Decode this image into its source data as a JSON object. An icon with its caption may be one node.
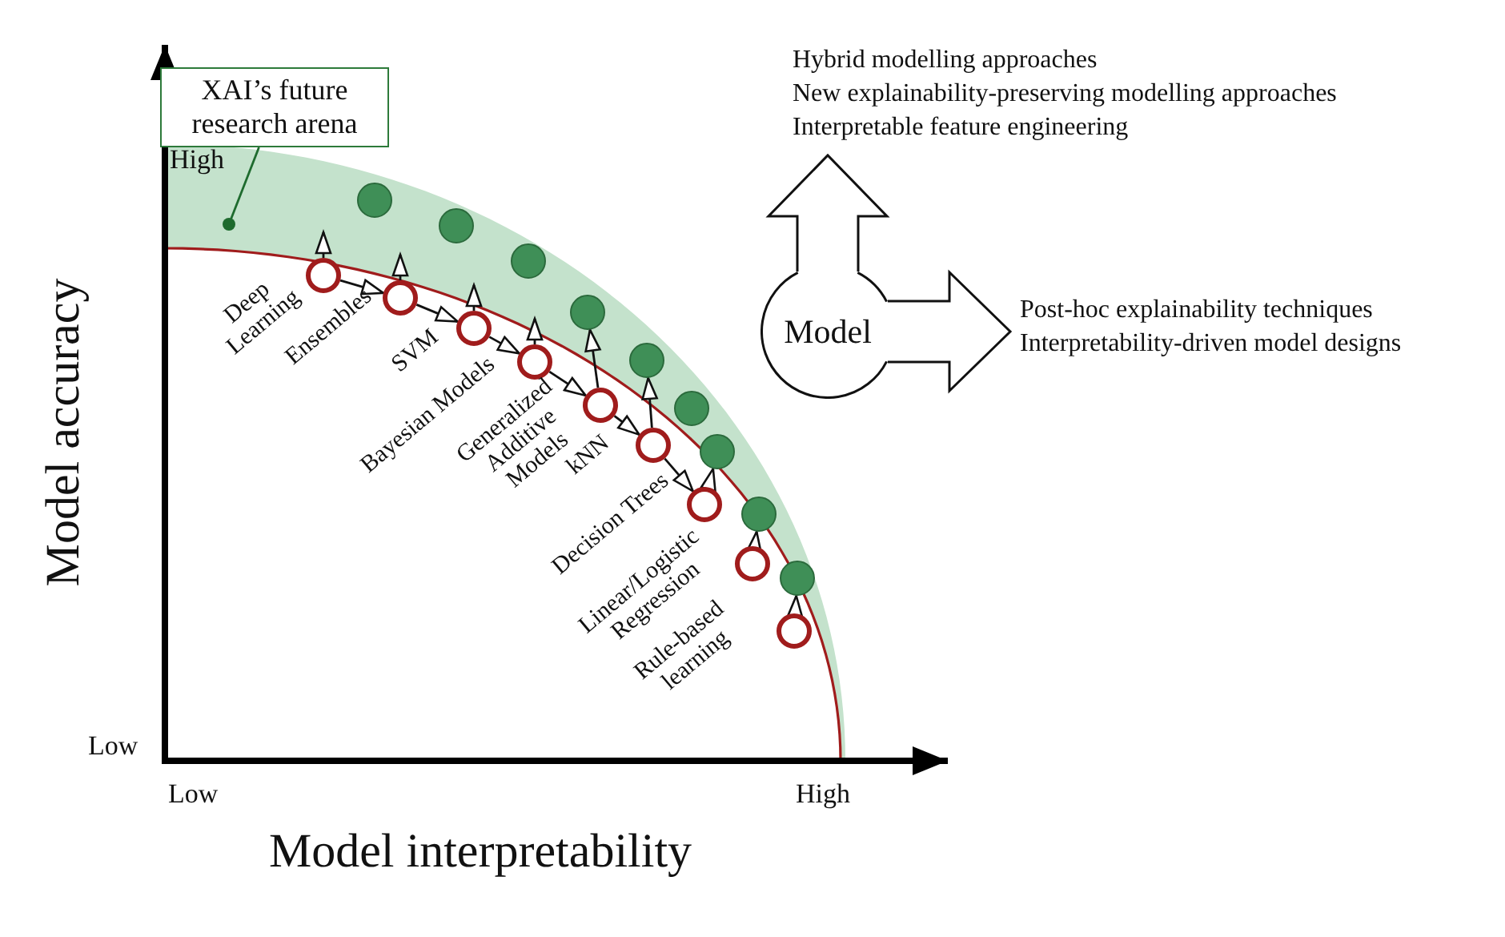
{
  "diagram": {
    "nodes": [
      {
        "text": [
          "XAI’s future research arena"
        ]
      },
      {
        "text": [],
        "shape": "circle"
      },
      {
        "text": [],
        "shape": "circle"
      },
      {
        "text": [],
        "shape": "circle"
      },
      {
        "text": [],
        "shape": "circle"
      },
      {
        "text": [],
        "shape": "circle"
      },
      {
        "text": [],
        "shape": "circle"
      },
      {
        "text": [],
        "shape": "circle"
      },
      {
        "text": [],
        "shape": "circle"
      },
      {
        "text": [],
        "shape": "circle"
      },
      {
        "text": [],
        "shape": "circle"
      },
      {
        "text": [],
        "shape": "circle"
      },
      {
        "text": [],
        "shape": "circle"
      },
      {
        "text": [],
        "shape": "circle"
      },
      {
        "text": [],
        "shape": "circle"
      },
      {
        "text": [],
        "shape": "circle"
      },
      {
        "text": [],
        "shape": "circle"
      },
      {
        "text": [],
        "shape": "circle"
      },
      {
        "text": [],
        "shape": "circle"
      },
      {
        "text": [
          "Model"
        ]
      },
      {
        "text": [
          "Hybrid modelling approaches",
          "New explainability-preserving modelling approaches",
          "Interpretable feature engineering"
        ]
      },
      {
        "text": [
          "Post-hoc explainability techniques",
          "Interpretability-driven model designs"
        ]
      }
    ],
    "edges": [
      {
        "from": 0,
        "to": null,
        "arrow": "other"
      },
      {
        "from": 1,
        "to": null,
        "arrow": "to"
      },
      {
        "from": 1,
        "to": 2,
        "arrow": "to"
      },
      {
        "from": 2,
        "to": null,
        "arrow": "to"
      },
      {
        "from": 2,
        "to": 3,
        "arrow": "to"
      },
      {
        "from": 3,
        "to": null,
        "arrow": "to"
      },
      {
        "from": 3,
        "to": 4,
        "arrow": "to"
      },
      {
        "from": 4,
        "to": null,
        "arrow": "to"
      },
      {
        "from": 4,
        "to": 5,
        "arrow": "to"
      },
      {
        "from": 5,
        "to": 13,
        "arrow": "to"
      },
      {
        "from": 5,
        "to": 6,
        "arrow": "to"
      },
      {
        "from": 6,
        "to": 14,
        "arrow": "to"
      },
      {
        "from": 6,
        "to": 7,
        "arrow": "to"
      },
      {
        "from": 7,
        "to": 16,
        "arrow": "to"
      },
      {
        "from": 8,
        "to": 17,
        "arrow": "to"
      },
      {
        "from": 9,
        "to": 18,
        "arrow": "to"
      },
      {
        "from": 19,
        "to": 20,
        "arrow": "to",
        "style": "thick"
      },
      {
        "from": 19,
        "to": 21,
        "arrow": "to",
        "style": "thick"
      }
    ],
    "labels": [
      "High",
      "Deep Learning",
      "Ensembles",
      "SVM",
      "Bayesian Models",
      "Generalized Additive Models",
      "kNN",
      "Decision Trees",
      "Linear/Logistic Regression",
      "Rule-based learning",
      "Low",
      "Model accuracy",
      "Low",
      "High",
      "Model interpretability"
    ]
  }
}
